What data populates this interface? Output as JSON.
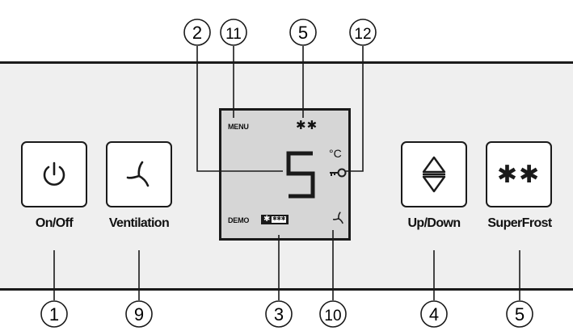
{
  "buttons": {
    "on_off": {
      "label": "On/Off",
      "icon": "power-icon"
    },
    "ventilation": {
      "label": "Ventilation",
      "icon": "fan-icon"
    },
    "up_down": {
      "label": "Up/Down",
      "icon": "up-down-arrow-icon"
    },
    "superfrost": {
      "label": "SuperFrost",
      "icon": "double-star-icon",
      "glyph": "✱✱"
    }
  },
  "display": {
    "menu": "MENU",
    "demo": "DEMO",
    "stars": "✱✱",
    "digit": "5",
    "unit": "°C",
    "frost_star": "✱",
    "frost_stars": "✱✱✱",
    "icons": [
      "key-icon",
      "fan-icon"
    ]
  },
  "callouts": {
    "top": [
      "2",
      "11",
      "5",
      "12"
    ],
    "bottom": [
      "1",
      "9",
      "3",
      "10",
      "4",
      "5"
    ]
  }
}
